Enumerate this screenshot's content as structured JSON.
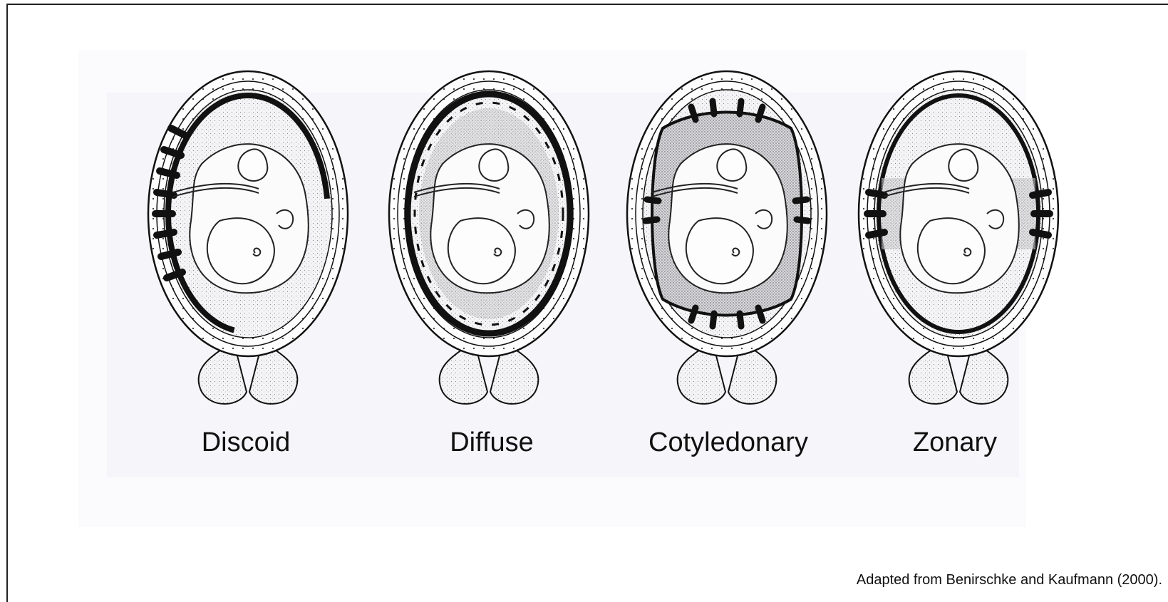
{
  "placenta_types": [
    {
      "id": "discoid",
      "label": "Discoid"
    },
    {
      "id": "diffuse",
      "label": "Diffuse"
    },
    {
      "id": "cotyledonary",
      "label": "Cotyledonary"
    },
    {
      "id": "zonary",
      "label": "Zonary"
    }
  ],
  "credit": "Adapted from Benirschke and Kaufmann (2000)."
}
